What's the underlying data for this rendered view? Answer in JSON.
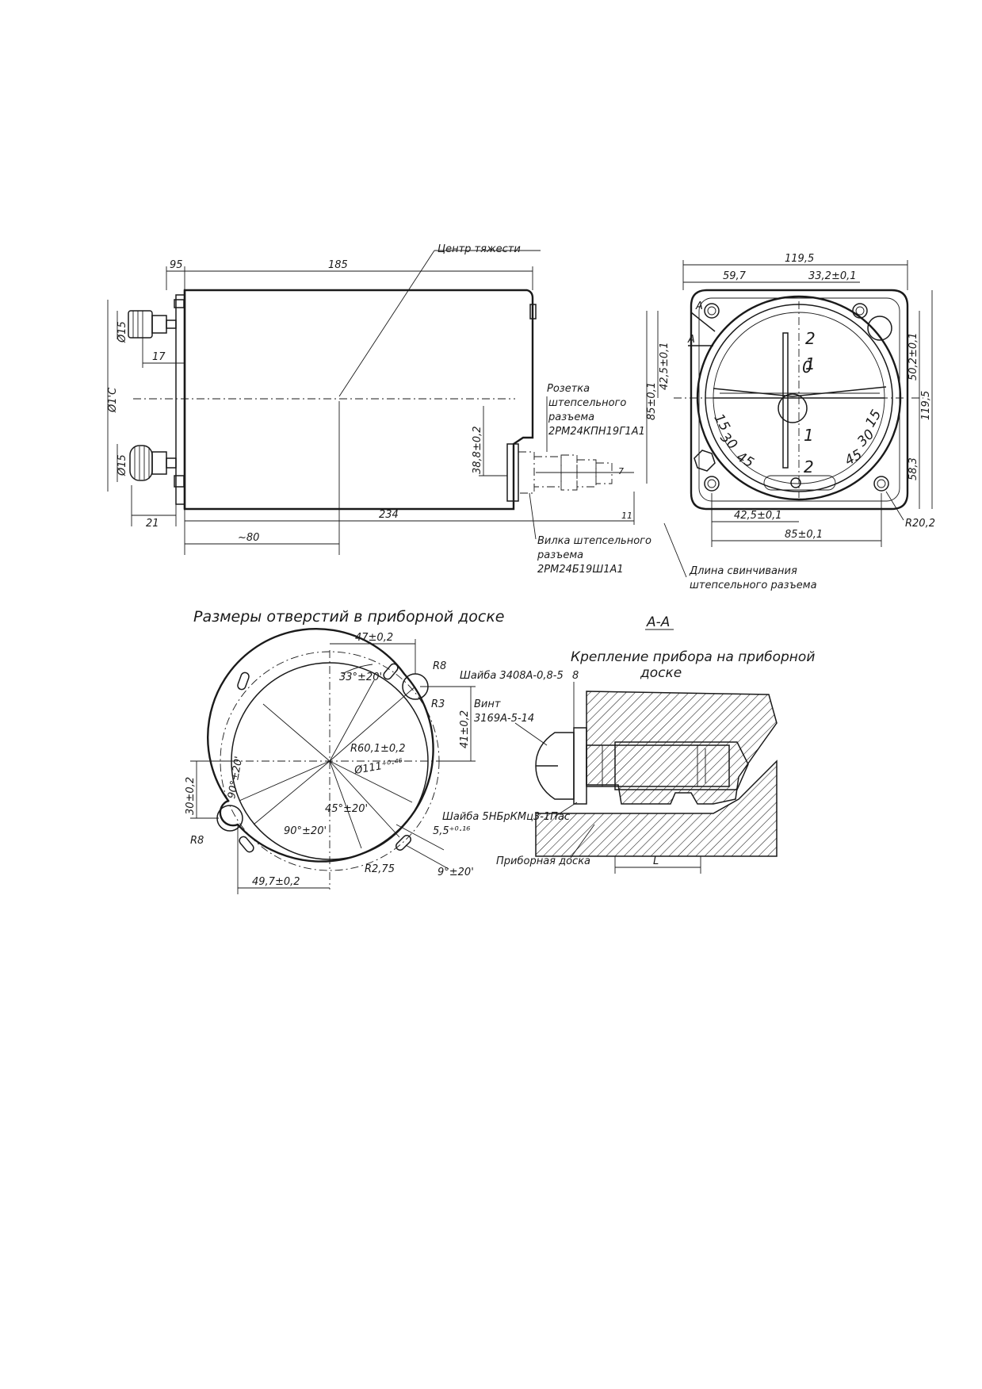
{
  "side_view": {
    "dim_95": "95",
    "dim_185": "185",
    "cg_label": "Центр тяжести",
    "dim_d15_top": "Ø15",
    "dim_17": "17",
    "dim_d1c": "Ø1'С",
    "dim_d15_bottom": "Ø15",
    "dim_21": "21",
    "dim_234": "234",
    "dim_80": "~80",
    "dim_388": "38,8±0,2",
    "socket_line1": "Розетка",
    "socket_line2": "штепсельного",
    "socket_line3": "разъема",
    "socket_line4": "2РМ24КПН19Г1А1",
    "plug_line1": "Вилка штепсельного",
    "plug_line2": "разъема",
    "plug_line3": "2РМ24Б19Ш1А1",
    "mating_line1": "Длина свинчивания",
    "mating_line2": "штепсельного разъема",
    "mark_7": "7",
    "mark_11": "11"
  },
  "front_view": {
    "dim_1195_top": "119,5",
    "dim_597": "59,7",
    "dim_332": "33,2±0,1",
    "dim_425_side": "42,5±0,1",
    "dim_85_side": "85±0,1",
    "dim_502": "50,2±0,1",
    "dim_1195_side": "119,5",
    "dim_583": "58,3",
    "dim_425_bottom": "42,5±0,1",
    "dim_85_bottom": "85±0,1",
    "dim_r202": "R20,2",
    "section_a1": "А",
    "section_a2": "А",
    "scale_top": [
      "2",
      "1",
      "0"
    ],
    "scale_bottom": [
      "1",
      "2"
    ],
    "scale_left": [
      "15",
      "30",
      "45"
    ],
    "scale_right": [
      "45",
      "30",
      "15"
    ]
  },
  "panel_cutout": {
    "title": "Размеры отверстий в приборной доске",
    "dim_47": "47±0,2",
    "dim_r8_top": "R8",
    "dim_33": "33°±20'",
    "dim_r3": "R3",
    "dim_41": "41±0,2",
    "dim_r601": "R60,1±0,2",
    "dim_d111": "Ø111⁺⁰·⁴⁶",
    "dim_30": "30±0,2",
    "dim_90_left": "90°±20'",
    "dim_45": "45°±20'",
    "dim_90_bottom": "90°±20'",
    "dim_r8_left": "R8",
    "dim_55": "5,5⁺⁰·¹⁶",
    "dim_r275": "R2,75",
    "dim_9": "9°±20'",
    "dim_497": "49,7±0,2"
  },
  "section_aa": {
    "label": "А-А",
    "title_line1": "Крепление прибора на приборной",
    "title_line2": "доске",
    "washer1": "Шайба 3408А-0,8-5",
    "washer1_num": "8",
    "screw_line1": "Винт",
    "screw_line2": "3169А-5-14",
    "washer2": "Шайба 5НБрКМц3-1Пас",
    "board": "Приборная доска",
    "dim_l": "L"
  }
}
